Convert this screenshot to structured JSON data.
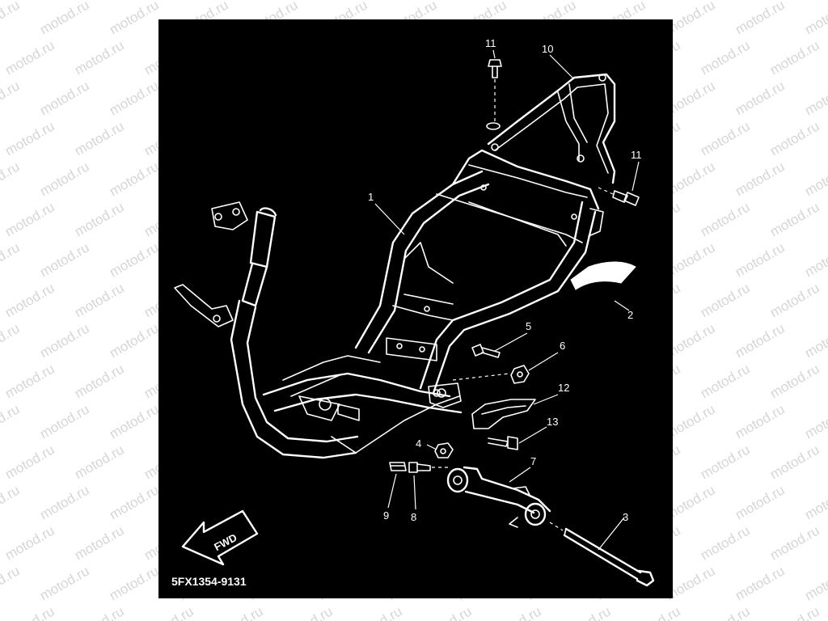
{
  "watermark": {
    "text": "motod.ru"
  },
  "diagram": {
    "code": "5FX1354-9131",
    "fwd_label": "FWD",
    "callouts": [
      "1",
      "2",
      "3",
      "4",
      "5",
      "6",
      "7",
      "8",
      "9",
      "10",
      "11",
      "11",
      "12",
      "13"
    ]
  },
  "colors": {
    "background": "#000000",
    "lines": "#ffffff",
    "watermark": "#d6d6d6"
  },
  "icons": {
    "direction": "fwd-arrow-icon"
  }
}
